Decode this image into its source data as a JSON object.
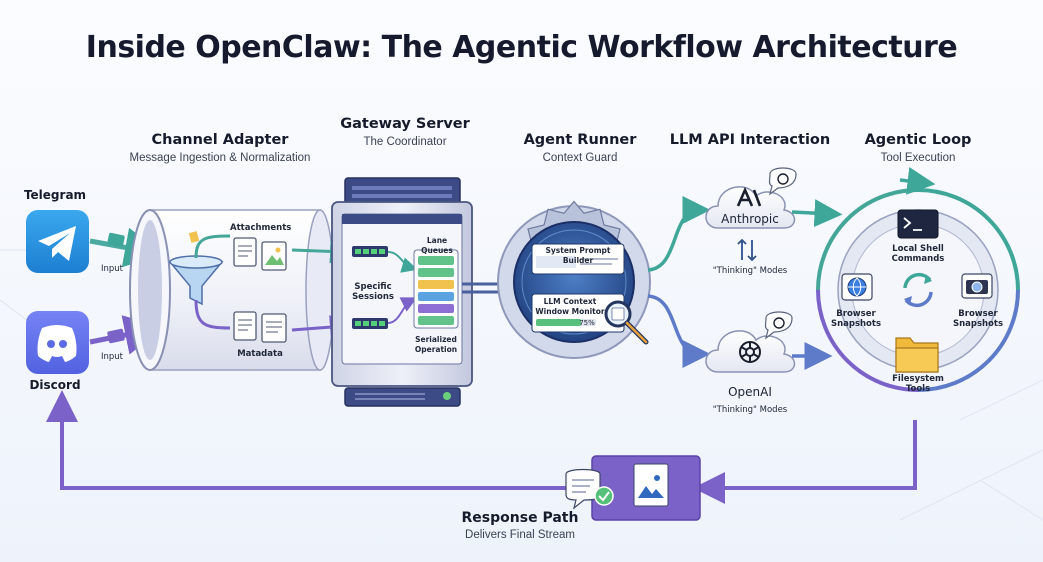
{
  "title": "Inside OpenClaw: The Agentic Workflow Architecture",
  "stages": {
    "channel_adapter": {
      "title": "Channel Adapter",
      "subtitle": "Message Ingestion & Normalization"
    },
    "gateway_server": {
      "title": "Gateway Server",
      "subtitle": "The Coordinator"
    },
    "agent_runner": {
      "title": "Agent Runner",
      "subtitle": "Context Guard"
    },
    "llm_api": {
      "title": "LLM API Interaction"
    },
    "agentic_loop": {
      "title": "Agentic Loop",
      "subtitle": "Tool Execution"
    }
  },
  "channels": {
    "telegram": "Telegram",
    "discord": "Discord",
    "input": "Input"
  },
  "adapter": {
    "attachments": "Attachments",
    "metadata": "Matadata"
  },
  "gateway": {
    "lane_queues": "Lane Queues",
    "sessions": "Specific Sessions",
    "serialized": "Serialized Operation"
  },
  "runner": {
    "prompt_builder": "System Prompt Builder",
    "context_monitor": "LLM Context Window Monitor",
    "context_pct": "75%",
    "context_fill": 0.75
  },
  "llm": {
    "anthropic": "Anthropic",
    "openai": "OpenAI",
    "thinking": "\"Thinking\" Modes"
  },
  "tools": {
    "shell": "Local Shell Commands",
    "browser": "Browser Snapshots",
    "filesystem": "Filesystem Tools"
  },
  "response": {
    "title": "Response Path",
    "subtitle": "Delivers Final Stream"
  },
  "colors": {
    "accent_teal": "#3fa69a",
    "accent_purple": "#7a62c9",
    "accent_blue": "#2f6ac0"
  }
}
